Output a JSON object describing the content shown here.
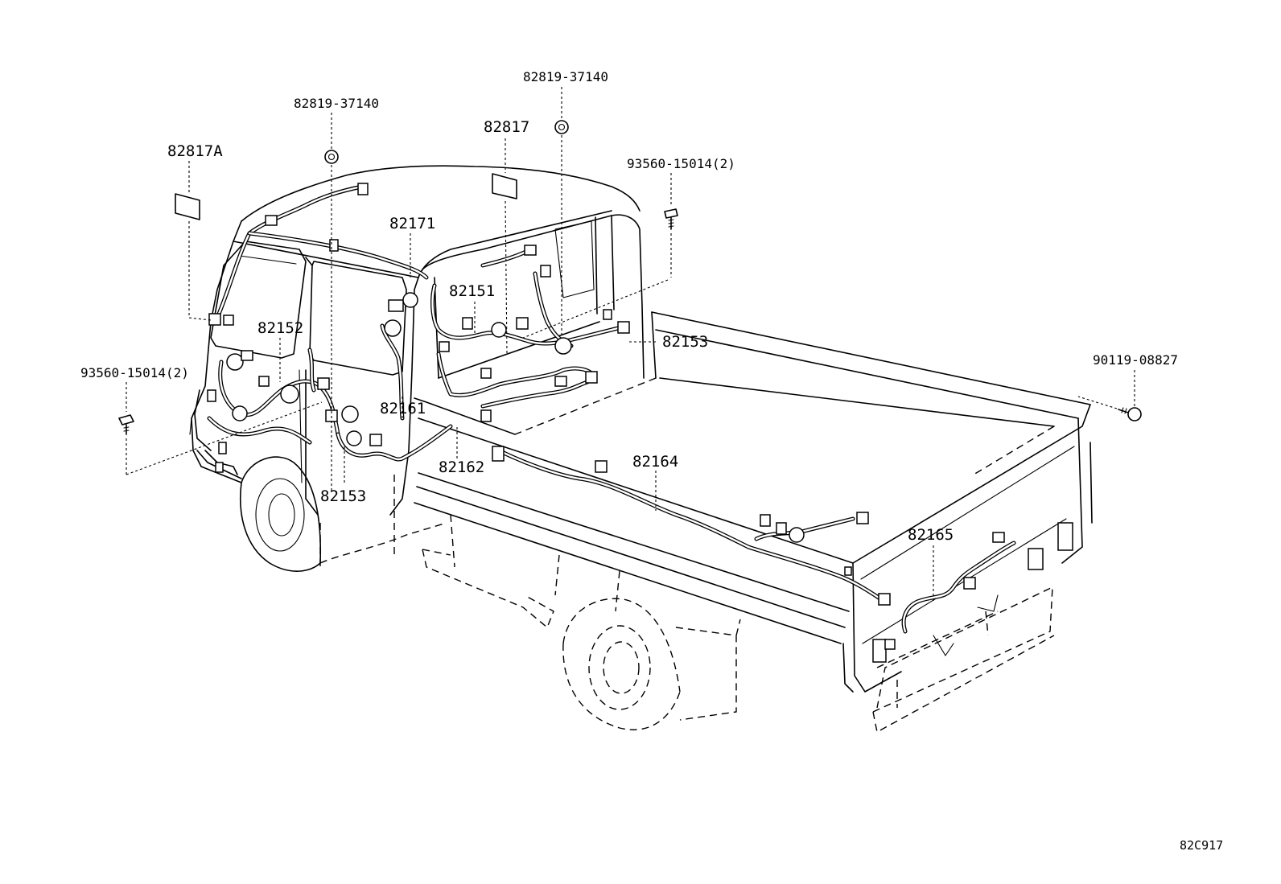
{
  "diagram": {
    "labels": {
      "l_82817A": "82817A",
      "l_82819_left": "82819-37140",
      "l_82817": "82817",
      "l_82819_right": "82819-37140",
      "l_93560_right": "93560-15014(2)",
      "l_82171": "82171",
      "l_82151": "82151",
      "l_82152": "82152",
      "l_82153_right": "82153",
      "l_90119": "90119-08827",
      "l_93560_left": "93560-15014(2)",
      "l_82161": "82161",
      "l_82164": "82164",
      "l_82162": "82162",
      "l_82153_left": "82153",
      "l_82165": "82165"
    },
    "reference_code": "82C917"
  }
}
